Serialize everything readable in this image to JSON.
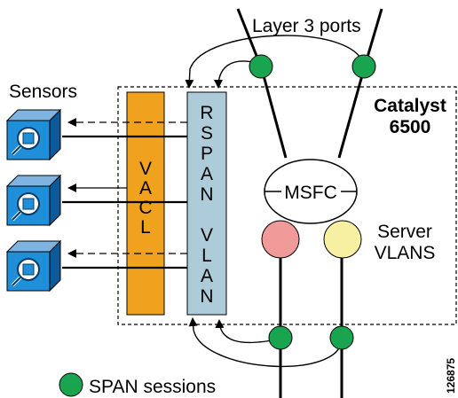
{
  "header": {
    "layer3_ports": "Layer 3 ports"
  },
  "sensors": {
    "label": "Sensors",
    "icon": "sensor-magnifier-icon"
  },
  "switch": {
    "line1": "Catalyst",
    "line2": "6500"
  },
  "vacl": {
    "letters": [
      "V",
      "A",
      "C",
      "L"
    ],
    "color": "#f0a21e"
  },
  "rspan": {
    "letters_top": [
      "R",
      "S",
      "P",
      "A",
      "N"
    ],
    "letters_bottom": [
      "V",
      "L",
      "A",
      "N"
    ],
    "color": "#aecbda"
  },
  "msfc": {
    "label": "MSFC"
  },
  "server_vlans": {
    "line1": "Server",
    "line2": "VLANS"
  },
  "vlan_colors": {
    "red": "#f09a9a",
    "yellow": "#f7f0a2"
  },
  "legend": {
    "label": "SPAN sessions",
    "color": "#19a550"
  },
  "figure_id": "126875"
}
